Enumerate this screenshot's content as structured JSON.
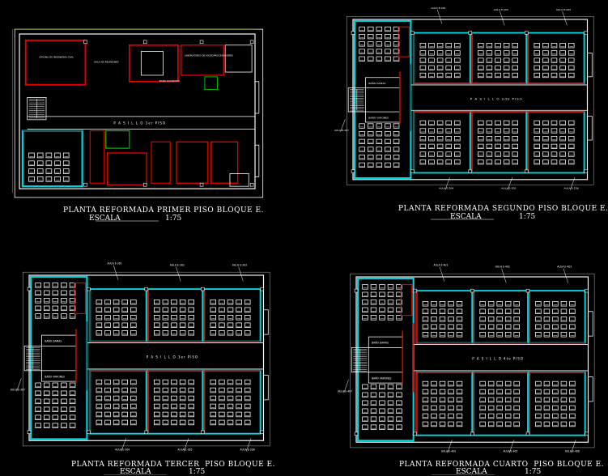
{
  "colors": {
    "background": "#000000",
    "wall": "#ffffff",
    "cyan_wall": "#00d8e0",
    "red_wall": "#e00000",
    "green_detail": "#00c000",
    "yellow_dim": "#d8d800",
    "desk": "#ffffff"
  },
  "plans": [
    {
      "id": "p1",
      "title": "PLANTA REFORMADA PRIMER PISO BLOQUE E.",
      "scale_label": "ESCALA",
      "scale_value": "1:75",
      "corridor_label": "P A S I L L O   1er PISO",
      "room_labels": [
        "OFICINA DE INGENIERIA CIVIL",
        "BAÑO DOCENTES",
        "LABORATORIO DE MICROPROCESADORES",
        "SALA DE REUNIONES"
      ]
    },
    {
      "id": "p2",
      "title": "PLANTA REFORMADA SEGUNDO PISO BLOQUE E.",
      "scale_label": "ESCALA",
      "scale_value": "1:75",
      "corridor_label": "P A S I L L O   2do PISO",
      "room_labels": [
        "AULA E-201",
        "AULA E-202",
        "AULA E-203",
        "AULA E-204",
        "AULA E-205",
        "AULA E-206",
        "AULA E-207",
        "BAÑO DAMAS",
        "BAÑO VARONES"
      ]
    },
    {
      "id": "p3",
      "title": "PLANTA REFORMADA TERCER  PISO BLOQUE E.",
      "scale_label": "ESCALA",
      "scale_value": "1:75",
      "corridor_label": "P A S I L L O   3er PISO",
      "room_labels": [
        "AULA E-301",
        "AULA E-302",
        "AULA E-303",
        "AULA E-304",
        "AULA E-305",
        "AULA E-306",
        "AULA E-307",
        "BAÑO DAMAS",
        "BAÑO VARONES"
      ]
    },
    {
      "id": "p4",
      "title": "PLANTA REFORMADA CUARTO  PISO BLOQUE E.",
      "scale_label": "ESCALA",
      "scale_value": "1:75",
      "corridor_label": "P A S I L L O   4to PISO",
      "room_labels": [
        "AULA E-401",
        "AULA E-402",
        "AULA E-403",
        "AULA E-404",
        "AULA E-405",
        "AULA E-406",
        "AULA E-407",
        "BAÑO DAMAS",
        "BAÑO VARONES"
      ]
    }
  ]
}
